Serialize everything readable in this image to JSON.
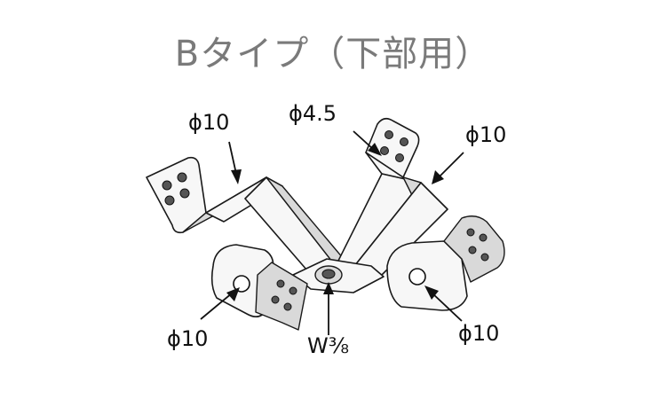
{
  "title": "Bタイプ（下部用）",
  "labels": {
    "top_left": "ϕ10",
    "top_mid": "ϕ4.5",
    "top_right": "ϕ10",
    "bottom_left": "ϕ10",
    "bottom_center": "W⅜",
    "bottom_right": "ϕ10"
  },
  "colors": {
    "title": "#7a7a7a",
    "line": "#1a1a1a",
    "fill": "#f7f7f7"
  }
}
